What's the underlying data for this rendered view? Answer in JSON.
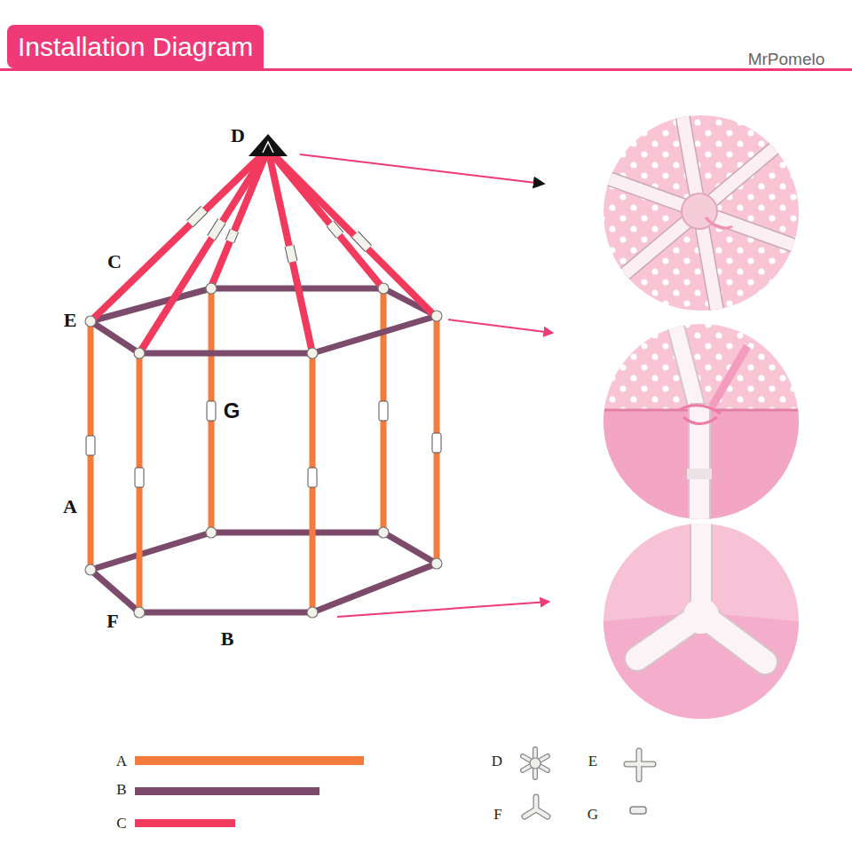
{
  "diagram": {
    "title": "Installation Diagram",
    "labels": [
      "MrPomelo",
      "D",
      "C",
      "E",
      "G",
      "A",
      "F",
      "B"
    ],
    "legend": [
      {
        "text": "A",
        "color": "#f47b3b"
      },
      {
        "text": "B",
        "color": "#7c4a6b"
      },
      {
        "text": "C",
        "color": "#f23a5e"
      },
      {
        "text": "D"
      },
      {
        "text": "E"
      },
      {
        "text": "F"
      },
      {
        "text": "G"
      }
    ]
  }
}
